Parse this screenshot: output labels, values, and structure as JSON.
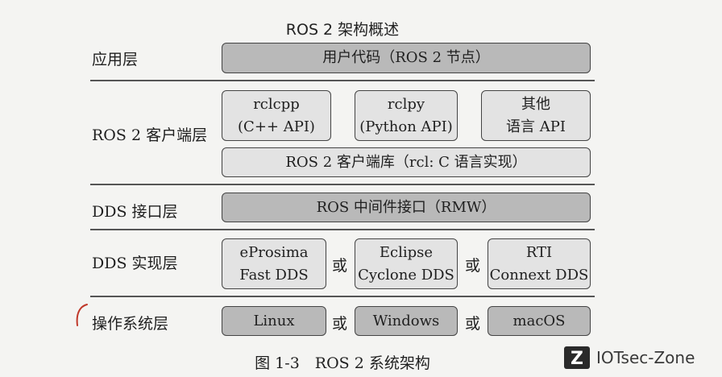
{
  "title": "ROS 2 架构概述",
  "layers": {
    "app": {
      "label": "应用层",
      "box": "用户代码（ROS 2 节点）"
    },
    "client": {
      "label": "ROS 2 客户端层",
      "rclcpp": [
        "rclcpp",
        "(C++ API)"
      ],
      "rclpy": [
        "rclpy",
        "(Python API)"
      ],
      "other": [
        "其他",
        "语言 API"
      ],
      "rcl": "ROS 2 客户端库（rcl: C 语言实现）"
    },
    "dds_interface": {
      "label": "DDS 接口层",
      "box": "ROS 中间件接口（RMW）"
    },
    "dds_impl": {
      "label": "DDS 实现层",
      "fastdds": [
        "eProsima",
        "Fast DDS"
      ],
      "cyclone": [
        "Eclipse",
        "Cyclone DDS"
      ],
      "connext": [
        "RTI",
        "Connext DDS"
      ]
    },
    "os": {
      "label": "操作系统层",
      "linux": "Linux",
      "windows": "Windows",
      "macos": "macOS"
    }
  },
  "or_text": "或",
  "caption": "图 1-3　ROS 2 系统架构",
  "watermark": {
    "logo_letter": "Z",
    "text": "IOTsec-Zone"
  },
  "colors": {
    "dark_box": "#b9b9b9",
    "light_box": "#e3e3e3"
  }
}
